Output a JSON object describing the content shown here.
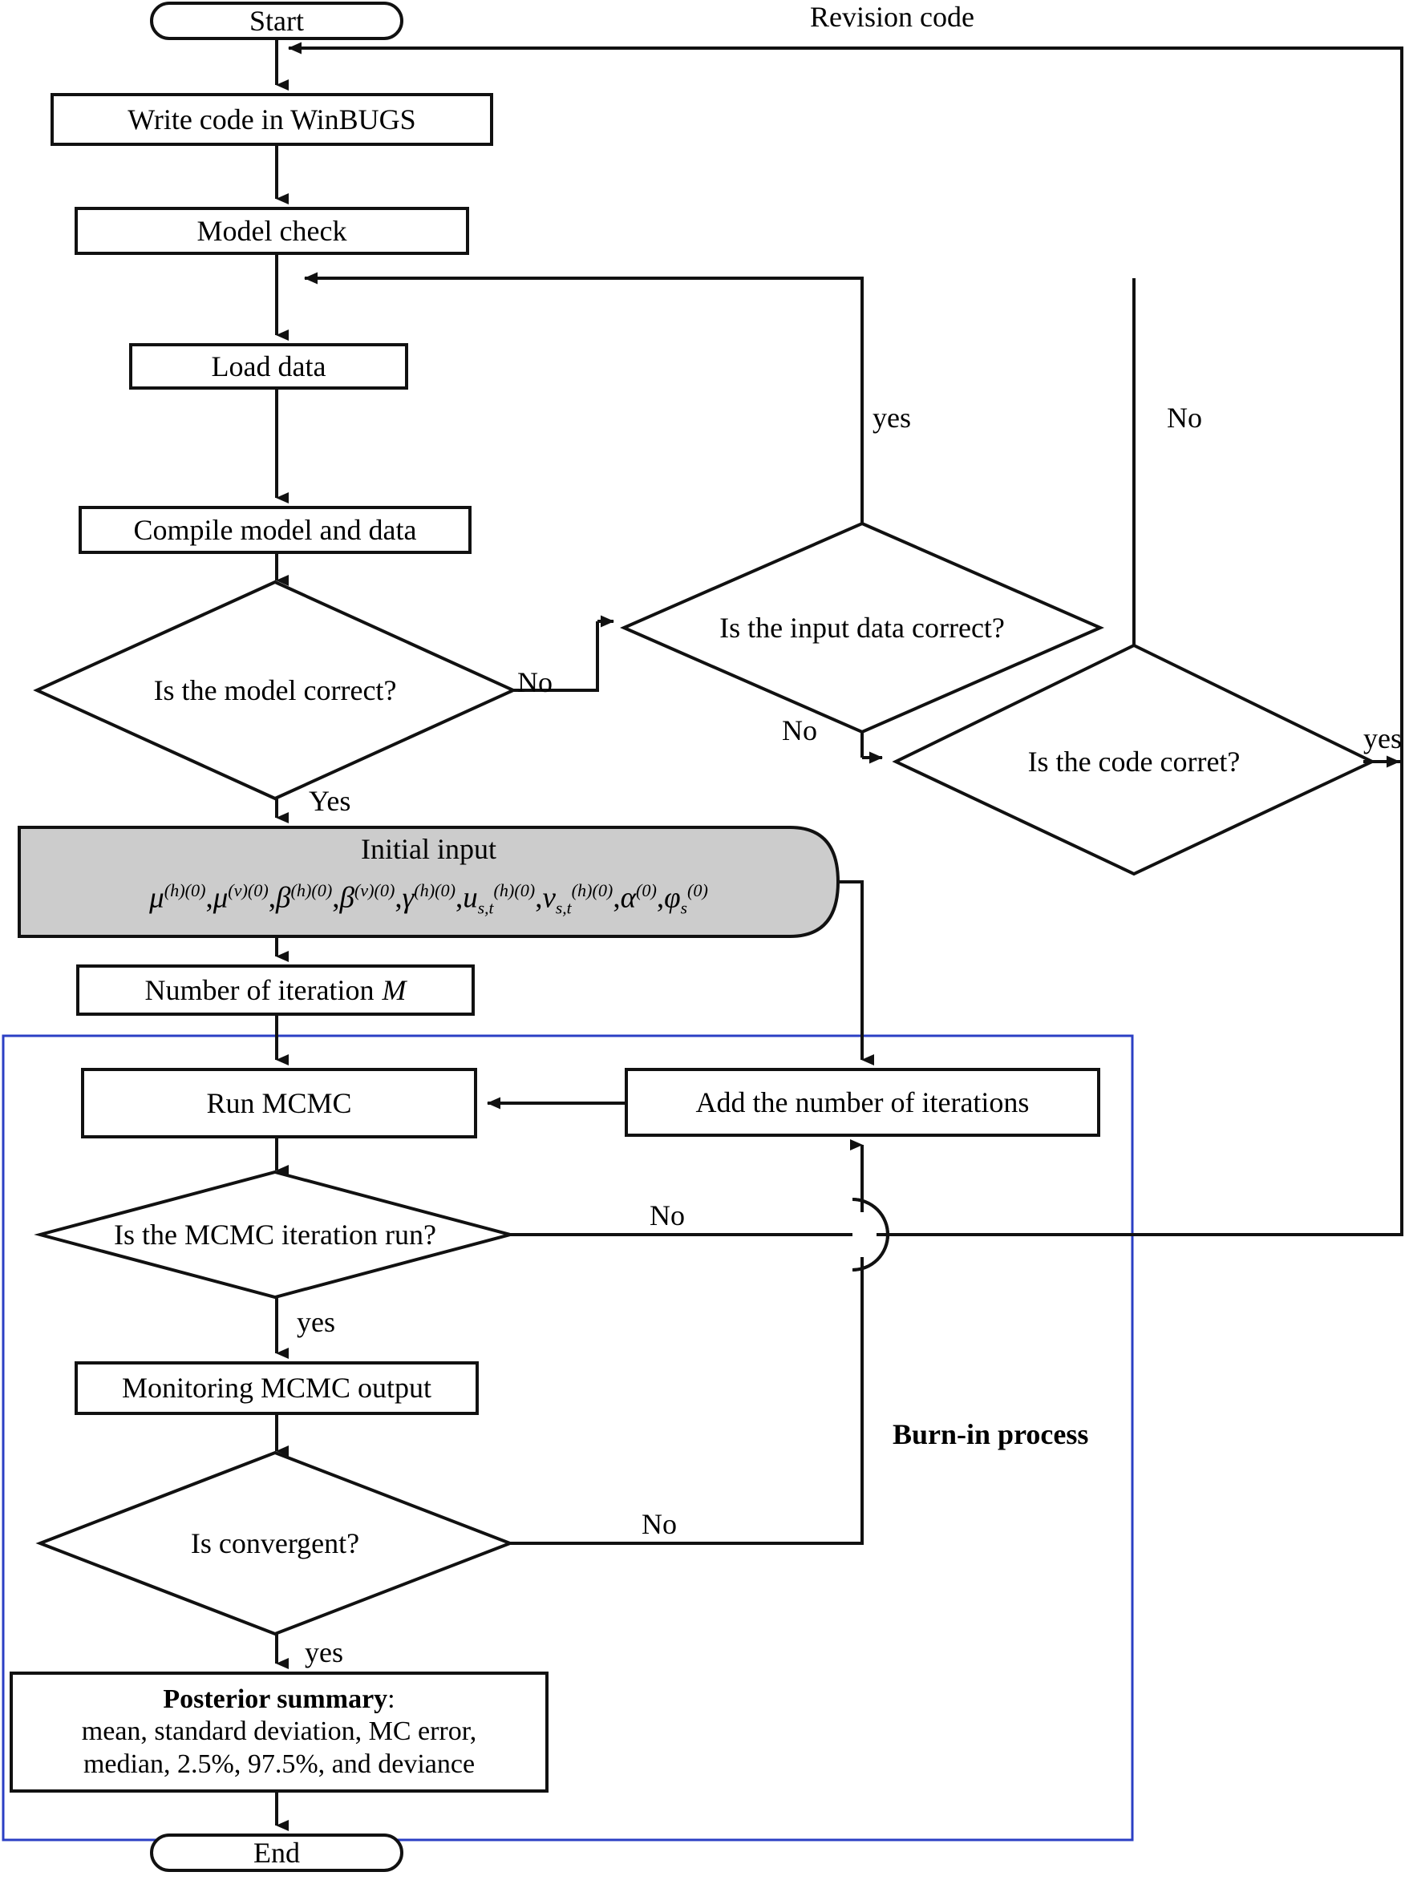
{
  "diagram": {
    "title": "Bayesian MCMC WinBUGS workflow flowchart",
    "colors": {
      "stroke": "#111111",
      "fill_white": "#ffffff",
      "fill_gray": "#cccccc",
      "burn_in_border": "#2b3fc4"
    }
  },
  "nodes": {
    "start": "Start",
    "write_code": "Write code in WinBUGS",
    "model_check": "Model check",
    "load_data": "Load data",
    "compile": "Compile model and data",
    "is_model_correct": "Is the model correct?",
    "is_input_data_correct": "Is the input data correct?",
    "is_code_correct": "Is the code corret?",
    "initial_input_title": "Initial input",
    "number_of_iteration": "Number of iteration M",
    "number_of_iteration_plain": "Number of iteration",
    "number_of_iteration_symbol": "M",
    "run_mcmc": "Run MCMC",
    "add_iterations": "Add the number of iterations",
    "is_mcmc_iteration_run": "Is the MCMC iteration run?",
    "monitoring_output": "Monitoring MCMC output",
    "is_convergent": "Is convergent?",
    "posterior_title": "Posterior summary",
    "posterior_colon": ":",
    "posterior_line2": "mean, standard deviation, MC error,",
    "posterior_line3": "median, 2.5%, 97.5%, and deviance",
    "end": "End"
  },
  "initial_input_formula": {
    "plain_text": "μ(h)(0),μ(v)(0),β(h)(0),β(v)(0),γ(h)(0),u_{s,t}^{(h)(0)},v_{s,t}^{(h)(0)},α(0),φ_s(0)",
    "terms": [
      {
        "base": "μ",
        "sub": "",
        "sup": "(h)(0)"
      },
      {
        "base": "μ",
        "sub": "",
        "sup": "(v)(0)"
      },
      {
        "base": "β",
        "sub": "",
        "sup": "(h)(0)"
      },
      {
        "base": "β",
        "sub": "",
        "sup": "(v)(0)"
      },
      {
        "base": "γ",
        "sub": "",
        "sup": "(h)(0)"
      },
      {
        "base": "u",
        "sub": "s,t",
        "sup": "(h)(0)"
      },
      {
        "base": "v",
        "sub": "s,t",
        "sup": "(h)(0)"
      },
      {
        "base": "α",
        "sub": "",
        "sup": "(0)"
      },
      {
        "base": "φ",
        "sub": "s",
        "sup": "(0)"
      }
    ]
  },
  "edge_labels": {
    "revision_code": "Revision code",
    "model_no": "No",
    "model_yes": "Yes",
    "input_data_yes": "yes",
    "input_data_no": "No",
    "code_no": "No",
    "code_yes": "yes",
    "mcmc_no": "No",
    "mcmc_yes": "yes",
    "convergent_no": "No",
    "convergent_yes": "yes"
  },
  "annotations": {
    "burn_in_process": "Burn-in process"
  }
}
